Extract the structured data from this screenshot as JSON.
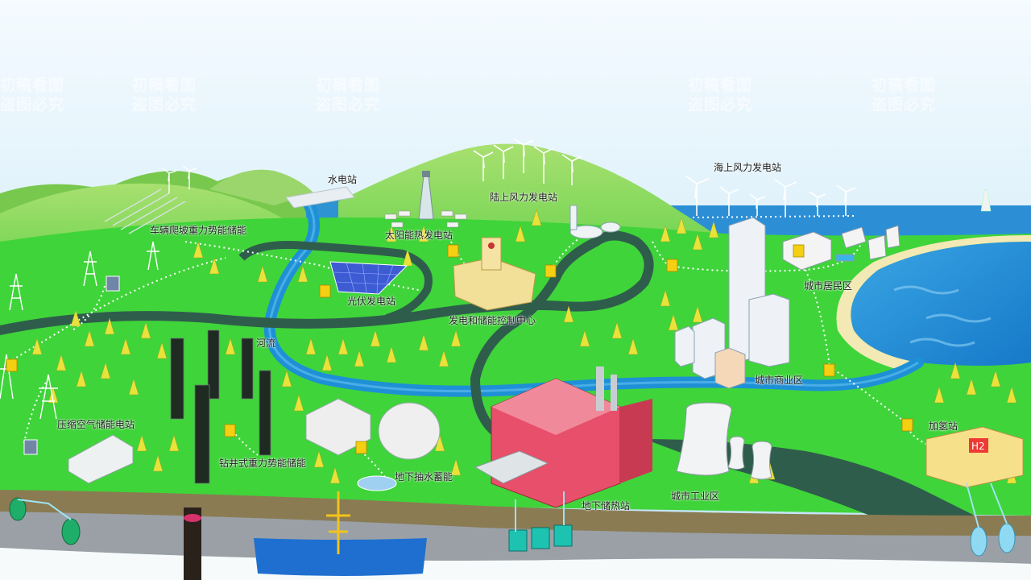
{
  "labels": {
    "hydro": "水电站",
    "onshore_wind": "陆上风力发电站",
    "offshore_wind": "海上风力发电站",
    "vehicle_gravity": "车辆爬坡重力势能储能",
    "solar_thermal": "太阳能热发电站",
    "pv": "光伏发电站",
    "control_center": "发电和储能控制中心",
    "residential": "城市居民区",
    "river": "河流",
    "commercial": "城市商业区",
    "caes": "压缩空气储能电站",
    "shaft_gravity": "钻井式重力势能储能",
    "hydrogen": "加氢站",
    "pumped": "地下抽水蓄能",
    "heat_storage": "地下储热站",
    "industrial": "城市工业区"
  },
  "watermark": {
    "line1": "初稿看图",
    "line2": "盗图必究"
  },
  "h2_sign": "H2",
  "colors": {
    "sky": "#dff1fa",
    "grass": "#3fd43a",
    "hill": "#8ed95a",
    "road": "#2f5d4c",
    "river": "#1e90d6",
    "sea": "#1f8fd8",
    "soil": "#8a7b52",
    "rock": "#9aa0a6",
    "factory": "#e84f6a",
    "tree": "#e8e23a",
    "charger": "#f4cf12"
  }
}
